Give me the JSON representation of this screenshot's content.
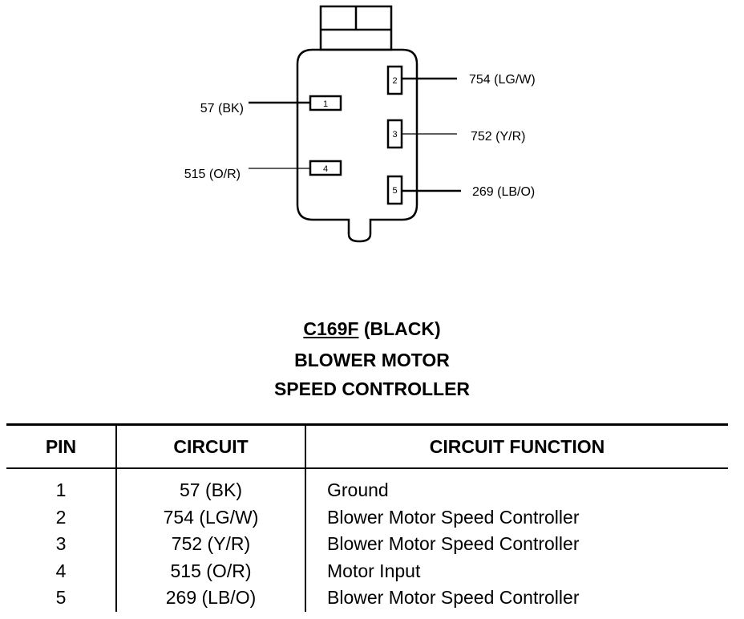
{
  "connector": {
    "pins": [
      {
        "num": "1",
        "wire": "57 (BK)"
      },
      {
        "num": "2",
        "wire": "754 (LG/W)"
      },
      {
        "num": "3",
        "wire": "752 (Y/R)"
      },
      {
        "num": "4",
        "wire": "515 (O/R)"
      },
      {
        "num": "5",
        "wire": "269 (LB/O)"
      }
    ]
  },
  "title": {
    "connector_id": "C169F",
    "color": "(BLACK)",
    "line2": "BLOWER MOTOR",
    "line3": "SPEED CONTROLLER"
  },
  "table": {
    "headers": {
      "pin": "PIN",
      "circuit": "CIRCUIT",
      "function": "CIRCUIT FUNCTION"
    },
    "rows": [
      {
        "pin": "1",
        "circuit": "57 (BK)",
        "function": "Ground"
      },
      {
        "pin": "2",
        "circuit": "754 (LG/W)",
        "function": "Blower Motor Speed Controller"
      },
      {
        "pin": "3",
        "circuit": "752 (Y/R)",
        "function": "Blower Motor Speed Controller"
      },
      {
        "pin": "4",
        "circuit": "515 (O/R)",
        "function": "Motor Input"
      },
      {
        "pin": "5",
        "circuit": "269 (LB/O)",
        "function": "Blower Motor Speed Controller"
      }
    ]
  }
}
